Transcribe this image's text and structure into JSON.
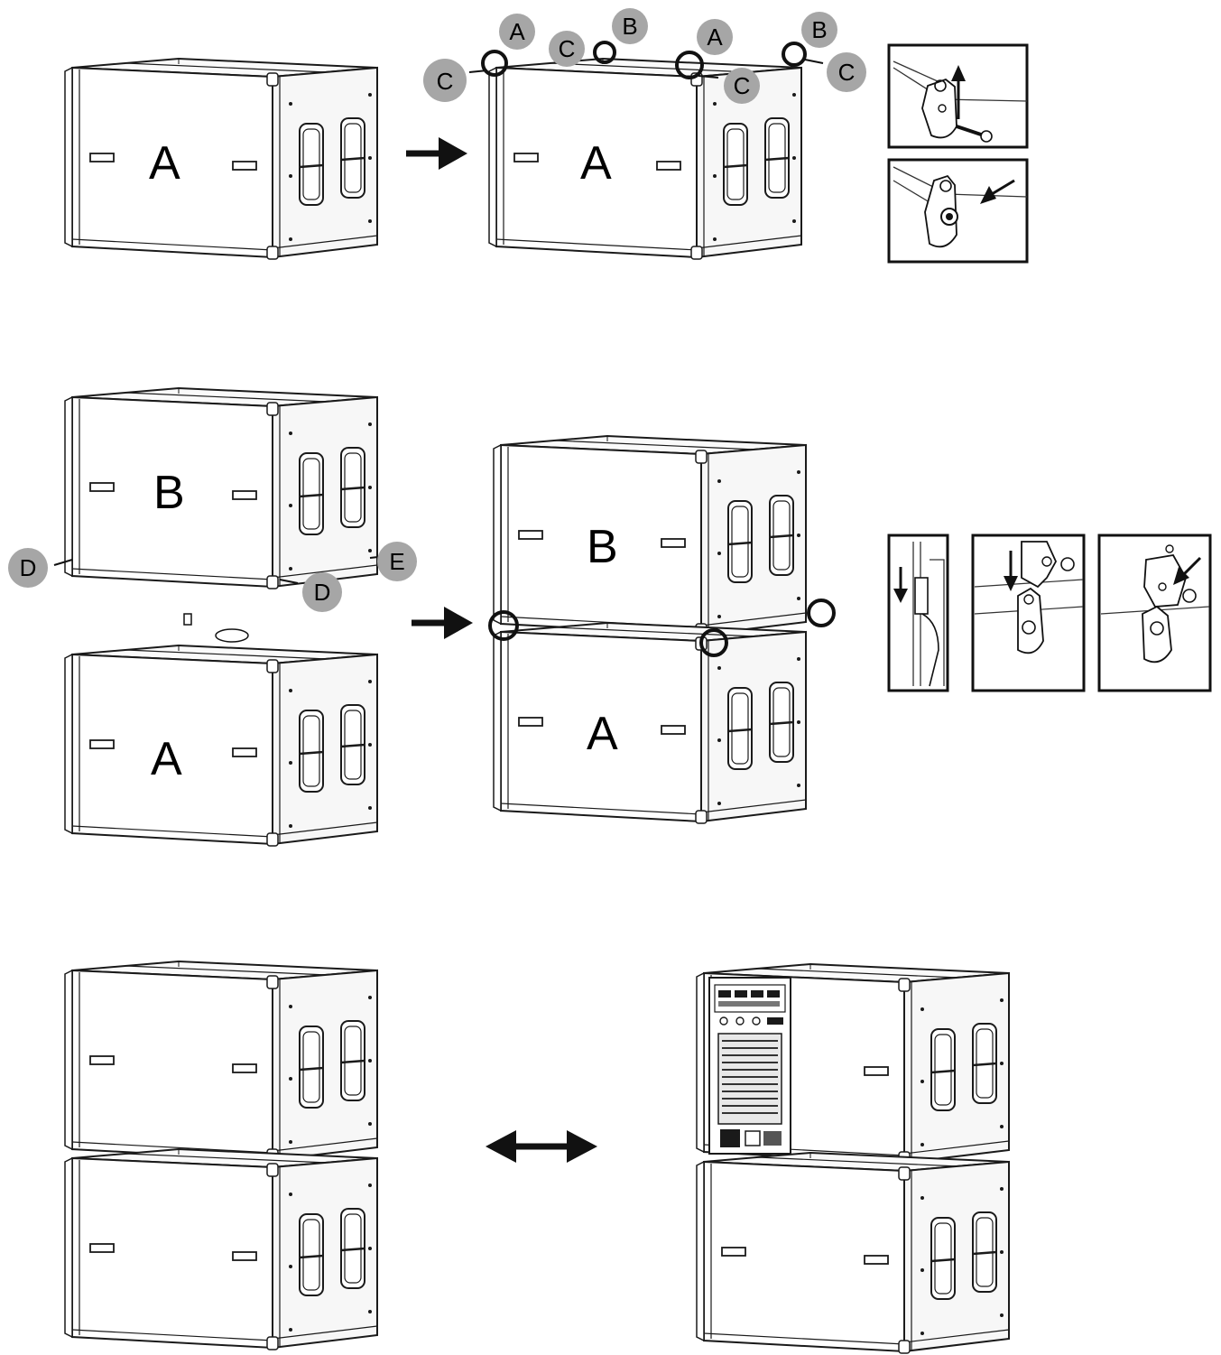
{
  "callouts": {
    "A": "A",
    "B": "B",
    "C": "C",
    "D": "D",
    "E": "E"
  },
  "cabinet_labels": {
    "A": "A",
    "B": "B"
  },
  "colors": {
    "line": "#1a1a1a",
    "fill": "#ffffff",
    "side": "#f2f2f2",
    "callout": "#a6a6a6"
  }
}
